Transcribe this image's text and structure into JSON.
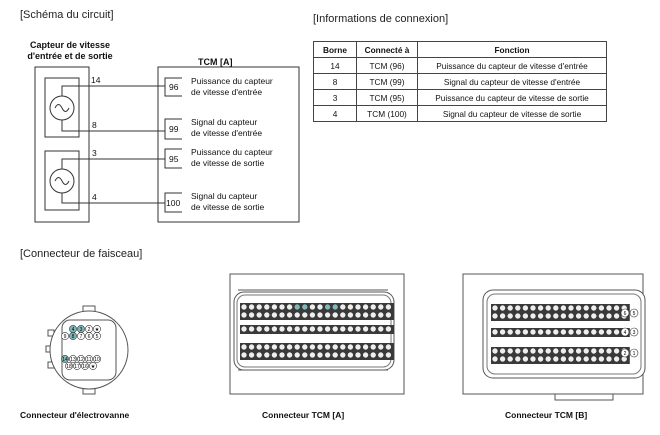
{
  "sections": {
    "circuit": "[Schéma du circuit]",
    "connection": "[Informations de connexion]",
    "harness": "[Connecteur de faisceau]"
  },
  "circuit": {
    "sensor_title_line1": "Capteur de vitesse",
    "sensor_title_line2": "d'entrée et de sortie",
    "tcm_title": "TCM [A]",
    "wires": [
      {
        "sensor_pin": "14",
        "tcm_pin": "96",
        "label1": "Puissance du capteur",
        "label2": "de vitesse d'entrée"
      },
      {
        "sensor_pin": "8",
        "tcm_pin": "99",
        "label1": "Signal du capteur",
        "label2": "de vitesse d'entrée"
      },
      {
        "sensor_pin": "3",
        "tcm_pin": "95",
        "label1": "Puissance du capteur",
        "label2": "de vitesse de sortie"
      },
      {
        "sensor_pin": "4",
        "tcm_pin": "100",
        "label1": "Signal du capteur",
        "label2": "de vitesse de sortie"
      }
    ]
  },
  "table": {
    "headers": [
      "Borne",
      "Connecté à",
      "Fonction"
    ],
    "rows": [
      [
        "14",
        "TCM (96)",
        "Puissance du capteur de vitesse d'entrée"
      ],
      [
        "8",
        "TCM (99)",
        "Signal du capteur de vitesse d'entrée"
      ],
      [
        "3",
        "TCM (95)",
        "Puissance du capteur de vitesse de sortie"
      ],
      [
        "4",
        "TCM (100)",
        "Signal du capteur de vitesse de sortie"
      ]
    ]
  },
  "connectors": {
    "solenoid": {
      "caption": "Connecteur d'électrovanne",
      "row1": [
        "4",
        "3",
        "2",
        "★"
      ],
      "row2": [
        "9",
        "8",
        "7",
        "6",
        "5"
      ],
      "row3": [
        "14",
        "13",
        "12",
        "11",
        "10"
      ],
      "row4": [
        "18",
        "17",
        "16",
        "★"
      ],
      "highlighted": [
        "4",
        "3",
        "8",
        "14"
      ]
    },
    "tcm_a": {
      "caption": "Connecteur TCM [A]"
    },
    "tcm_b": {
      "caption": "Connecteur TCM [B]"
    }
  },
  "colors": {
    "highlight": "#7fb8b8",
    "pin_bg": "#3a3a3a"
  }
}
